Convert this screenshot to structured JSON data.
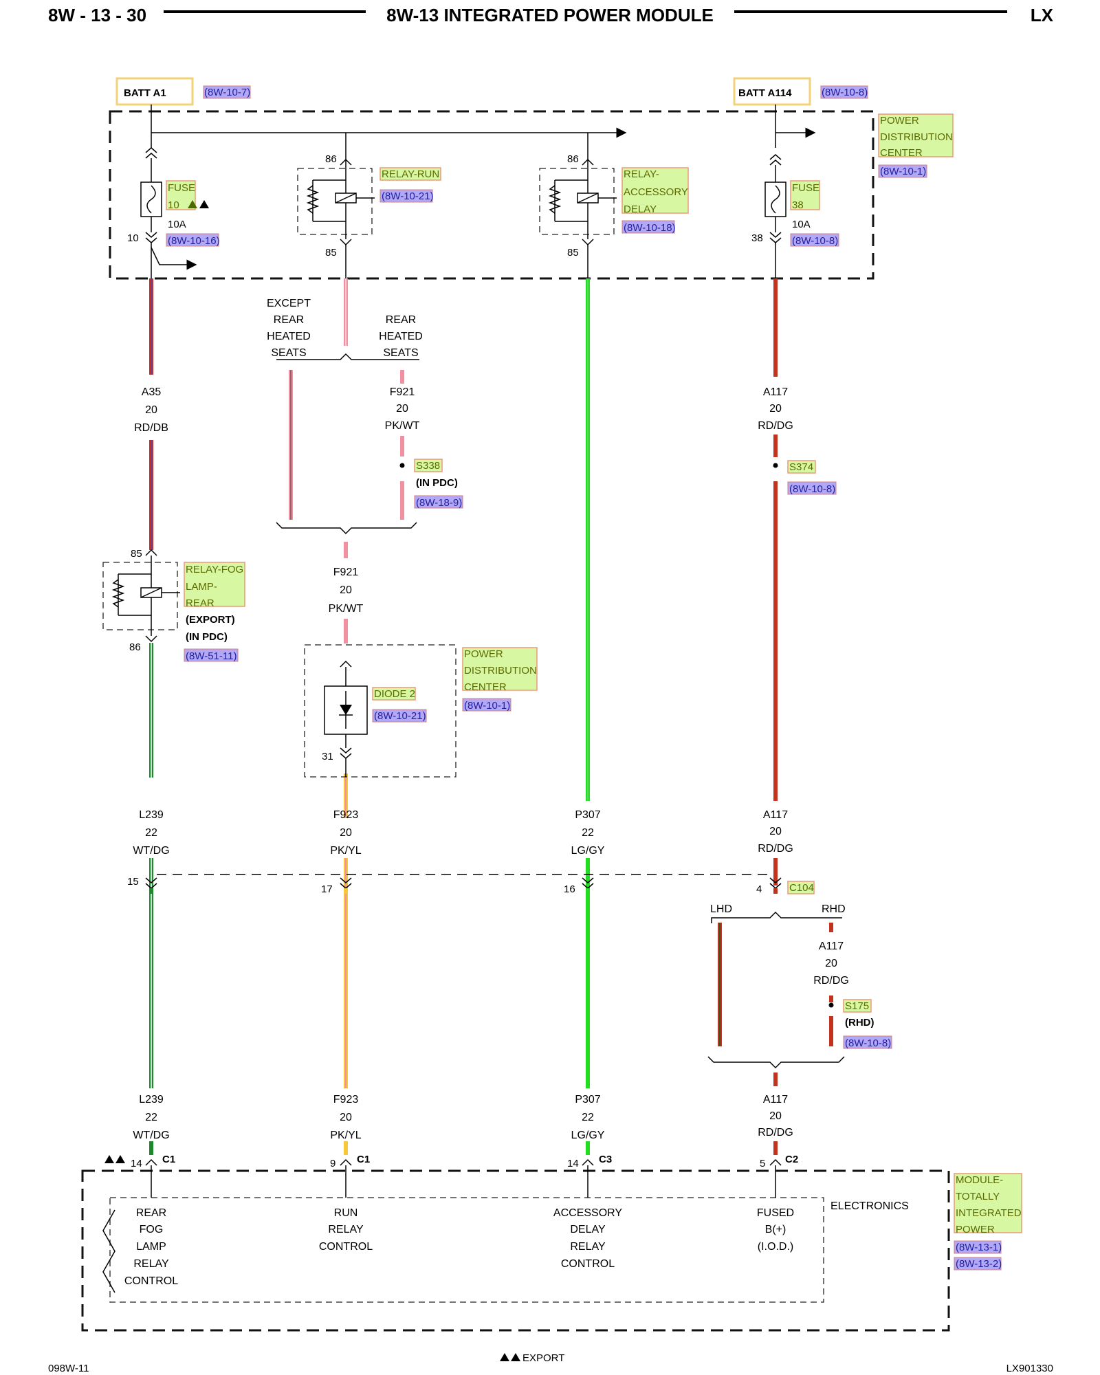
{
  "header": {
    "page": "8W - 13 - 30",
    "title": "8W-13 INTEGRATED POWER MODULE",
    "model": "LX"
  },
  "footer": {
    "left": "098W-11",
    "center": "EXPORT",
    "right": "LX901330"
  },
  "sources": {
    "batt_a1": "BATT A1",
    "batt_a1_ref": "(8W-10-7)",
    "batt_a114": "BATT A114",
    "batt_a114_ref": "(8W-10-8)"
  },
  "pdc": {
    "label": [
      "POWER",
      "DISTRIBUTION",
      "CENTER"
    ],
    "ref": "(8W-10-1)",
    "fuse10": {
      "name": [
        "FUSE",
        "10"
      ],
      "rating": "10A",
      "pin": "10",
      "ref": "(8W-10-16)"
    },
    "relay_run": {
      "name": "RELAY-RUN",
      "ref": "(8W-10-21)",
      "pin_top": "86",
      "pin_bottom": "85"
    },
    "relay_acc": {
      "name": [
        "RELAY-",
        "ACCESSORY",
        "DELAY"
      ],
      "ref": "(8W-10-18)",
      "pin_top": "86",
      "pin_bottom": "85"
    },
    "fuse38": {
      "name": [
        "FUSE",
        "38"
      ],
      "rating": "10A",
      "pin": "38",
      "ref": "(8W-10-8)"
    }
  },
  "branch_labels": {
    "except": [
      "EXCEPT",
      "REAR",
      "HEATED",
      "SEATS"
    ],
    "rear": [
      "REAR",
      "HEATED",
      "SEATS"
    ],
    "lhd": "LHD",
    "rhd": "RHD"
  },
  "wires": {
    "a35": [
      "A35",
      "20",
      "RD/DB"
    ],
    "f921_top": [
      "F921",
      "20",
      "PK/WT"
    ],
    "a117_top": [
      "A117",
      "20",
      "RD/DG"
    ],
    "f921_mid": [
      "F921",
      "20",
      "PK/WT"
    ],
    "l239_a": [
      "L239",
      "22",
      "WT/DG"
    ],
    "f923_a": [
      "F923",
      "20",
      "PK/YL"
    ],
    "p307_a": [
      "P307",
      "22",
      "LG/GY"
    ],
    "a117_mid": [
      "A117",
      "20",
      "RD/DG"
    ],
    "a117_rhd": [
      "A117",
      "20",
      "RD/DG"
    ],
    "l239_b": [
      "L239",
      "22",
      "WT/DG"
    ],
    "f923_b": [
      "F923",
      "20",
      "PK/YL"
    ],
    "p307_b": [
      "P307",
      "22",
      "LG/GY"
    ],
    "a117_b": [
      "A117",
      "20",
      "RD/DG"
    ]
  },
  "splices": {
    "s338": {
      "name": "S338",
      "note": "(IN PDC)",
      "ref": "(8W-18-9)"
    },
    "s374": {
      "name": "S374",
      "ref": "(8W-10-8)"
    },
    "s175": {
      "name": "S175",
      "note": "(RHD)",
      "ref": "(8W-10-8)"
    }
  },
  "relay_fog": {
    "name": [
      "RELAY-FOG",
      "LAMP-",
      "REAR"
    ],
    "note1": "(EXPORT)",
    "note2": "(IN PDC)",
    "ref": "(8W-51-11)",
    "pin_top": "85",
    "pin_bottom": "86"
  },
  "pdc2": {
    "label": [
      "POWER",
      "DISTRIBUTION",
      "CENTER"
    ],
    "ref": "(8W-10-1)",
    "diode": "DIODE 2",
    "diode_ref": "(8W-10-21)",
    "pin": "31"
  },
  "c104": {
    "name": "C104",
    "pins": [
      "15",
      "17",
      "16",
      "4"
    ]
  },
  "module": {
    "label": [
      "MODULE-",
      "TOTALLY",
      "INTEGRATED",
      "POWER"
    ],
    "refs": [
      "(8W-13-1)",
      "(8W-13-2)"
    ],
    "electronics": "ELECTRONICS",
    "conn": [
      {
        "pin": "14",
        "name": "C1",
        "func": [
          "REAR",
          "FOG",
          "LAMP",
          "RELAY",
          "CONTROL"
        ]
      },
      {
        "pin": "9",
        "name": "C1",
        "func": [
          "RUN",
          "RELAY",
          "CONTROL"
        ]
      },
      {
        "pin": "14",
        "name": "C3",
        "func": [
          "ACCESSORY",
          "DELAY",
          "RELAY",
          "CONTROL"
        ]
      },
      {
        "pin": "5",
        "name": "C2",
        "func": [
          "FUSED",
          "B(+)",
          "(I.O.D.)"
        ]
      }
    ]
  },
  "colors": {
    "red": "#d62a1a",
    "darkred": "#b01e10",
    "green": "#1a8a2a",
    "lightgreen": "#22dd22",
    "pink": "#f090a0",
    "yellow": "#f6c83a",
    "blue": "#3c4cc8"
  }
}
